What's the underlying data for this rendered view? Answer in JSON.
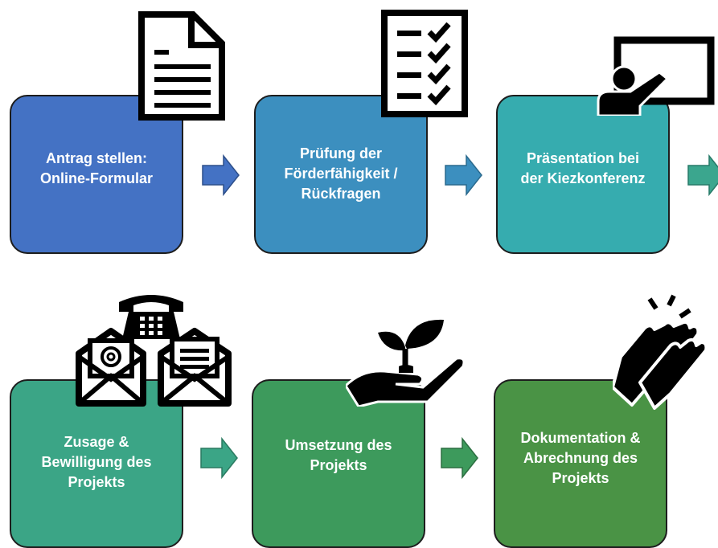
{
  "steps": [
    {
      "label": "Antrag stellen: Online-Formular",
      "lines": [
        "Antrag stellen:",
        "Online-Formular"
      ],
      "color": "#4472C4",
      "icon": "document-icon"
    },
    {
      "label": "Prüfung der Förderfähigkeit / Rückfragen",
      "lines": [
        "Prüfung der",
        "Förderfähigkeit /",
        "Rückfragen"
      ],
      "color": "#3C8FBF",
      "icon": "checklist-icon"
    },
    {
      "label": "Präsentation bei der Kiezkonferenz",
      "lines": [
        "Präsentation bei",
        "der Kiezkonferenz"
      ],
      "color": "#36ACAF",
      "icon": "presenter-icon"
    },
    {
      "label": "Zusage & Bewilligung des Projekts",
      "lines": [
        "Zusage &",
        "Bewilligung des",
        "Projekts"
      ],
      "color": "#3BA586",
      "icon": "phone-and-mail-icon"
    },
    {
      "label": "Umsetzung des Projekts",
      "lines": [
        "Umsetzung des",
        "Projekts"
      ],
      "color": "#3D9A5C",
      "icon": "hand-with-plant-icon"
    },
    {
      "label": "Dokumentation & Abrechnung des Projekts",
      "lines": [
        "Dokumentation &",
        "Abrechnung des",
        "Projekts"
      ],
      "color": "#4A9345",
      "icon": "clapping-hands-icon"
    }
  ],
  "arrows": [
    {
      "color": "#4472C4",
      "from": 1,
      "to": 2
    },
    {
      "color": "#3C8FBF",
      "from": 2,
      "to": 3
    },
    {
      "color": "#3BA68E",
      "from": 3,
      "to": 4
    },
    {
      "color": "#3BA586",
      "from": 4,
      "to": 5
    },
    {
      "color": "#3D9A5C",
      "from": 5,
      "to": 6
    }
  ]
}
